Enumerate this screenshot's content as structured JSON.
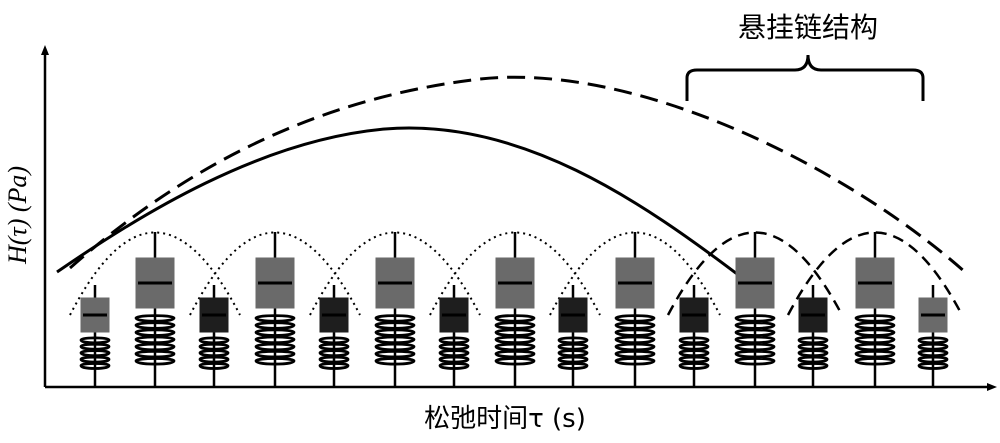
{
  "labels": {
    "y_axis": "H(τ) (Pa)",
    "x_axis": "松弛时间τ (s)",
    "bracket": "悬挂链结构"
  },
  "colors": {
    "ink": "#000000",
    "dark_dashpot": "#1e1e1e",
    "light_dashpot": "#6a6a6a"
  },
  "elements": {
    "small_count": 8,
    "large_count": 7,
    "dotted_arcs": 5,
    "dashed_arcs": 2
  }
}
